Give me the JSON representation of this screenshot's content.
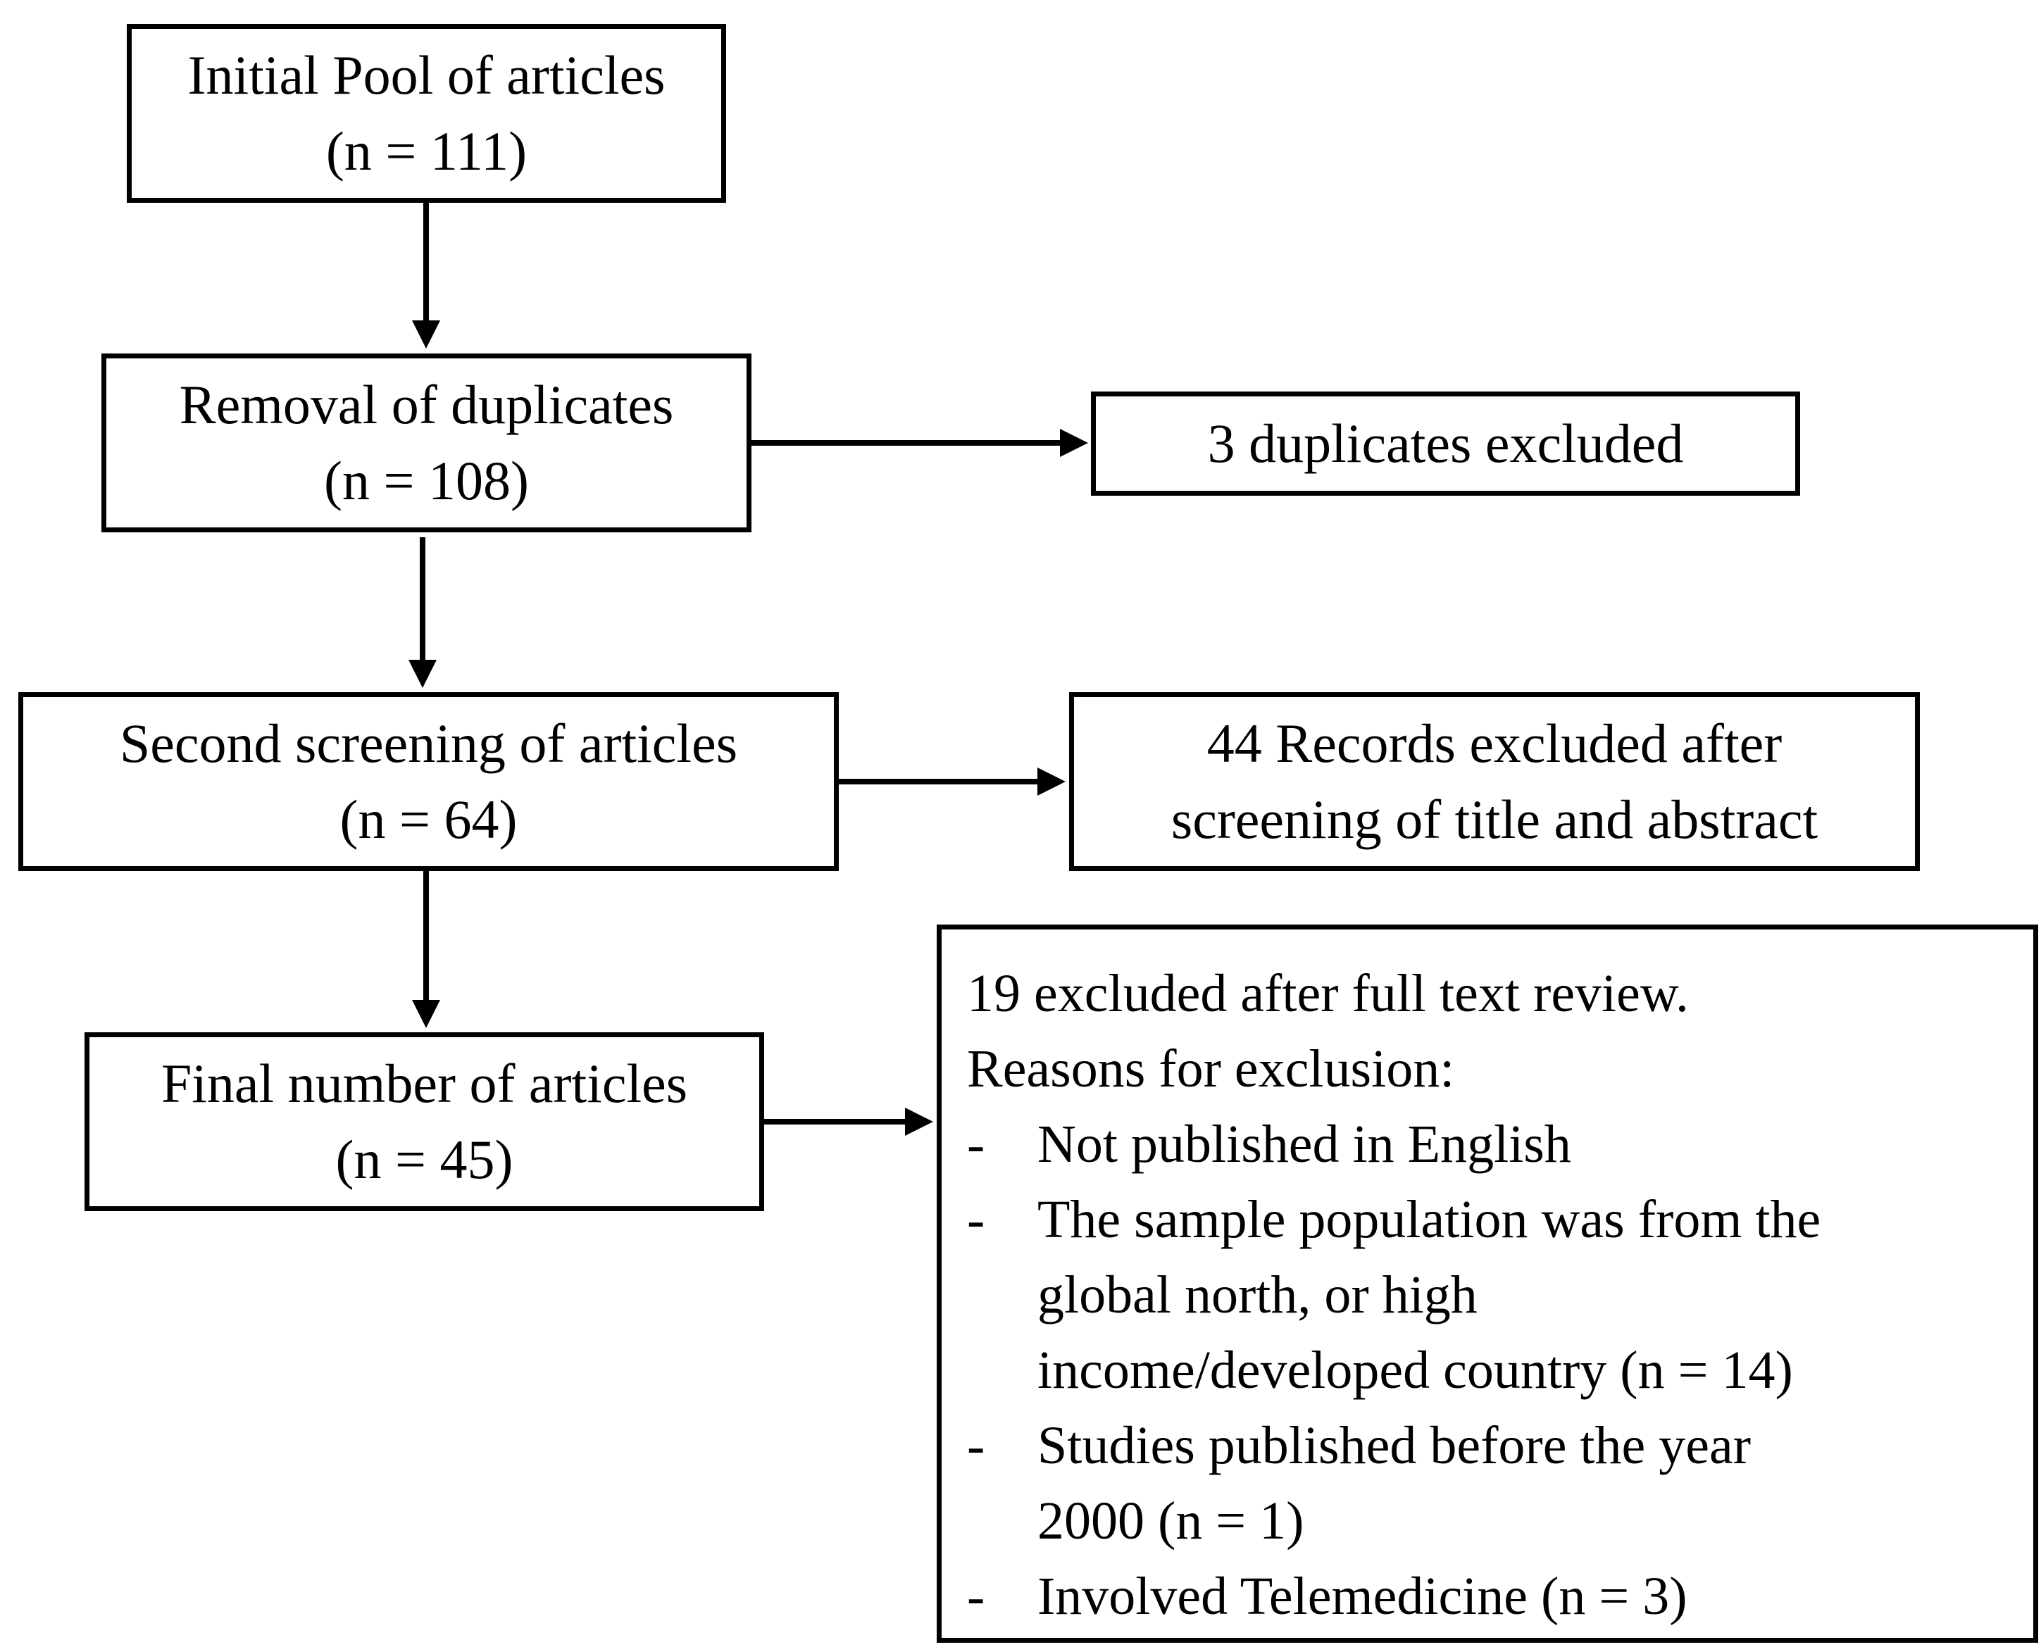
{
  "boxes": {
    "initial_pool": {
      "line1": "Initial Pool  of articles",
      "line2": "(n = 111)"
    },
    "removal_duplicates": {
      "line1": "Removal  of duplicates",
      "line2": "(n = 108)"
    },
    "second_screening": {
      "line1": "Second screening of articles",
      "line2": "(n = 64)"
    },
    "final_number": {
      "line1": "Final number of articles",
      "line2": "(n = 45)"
    },
    "duplicates_excluded": {
      "line1": "3 duplicates excluded"
    },
    "records_excluded": {
      "line1": "44 Records excluded after",
      "line2": "screening of title and abstract"
    },
    "full_text_exclusion": {
      "heading1": "19 excluded after full text review.",
      "heading2": "Reasons for exclusion:",
      "bullets": [
        {
          "dash": "-",
          "lines": [
            "Not published in English"
          ]
        },
        {
          "dash": "-",
          "lines": [
            "The sample population was from the",
            "global north, or high",
            "income/developed country (n = 14)"
          ]
        },
        {
          "dash": "-",
          "lines": [
            "Studies published before the year",
            "2000 (n = 1)"
          ]
        },
        {
          "dash": "-",
          "lines": [
            "Involved Telemedicine (n = 3)"
          ]
        }
      ]
    }
  }
}
